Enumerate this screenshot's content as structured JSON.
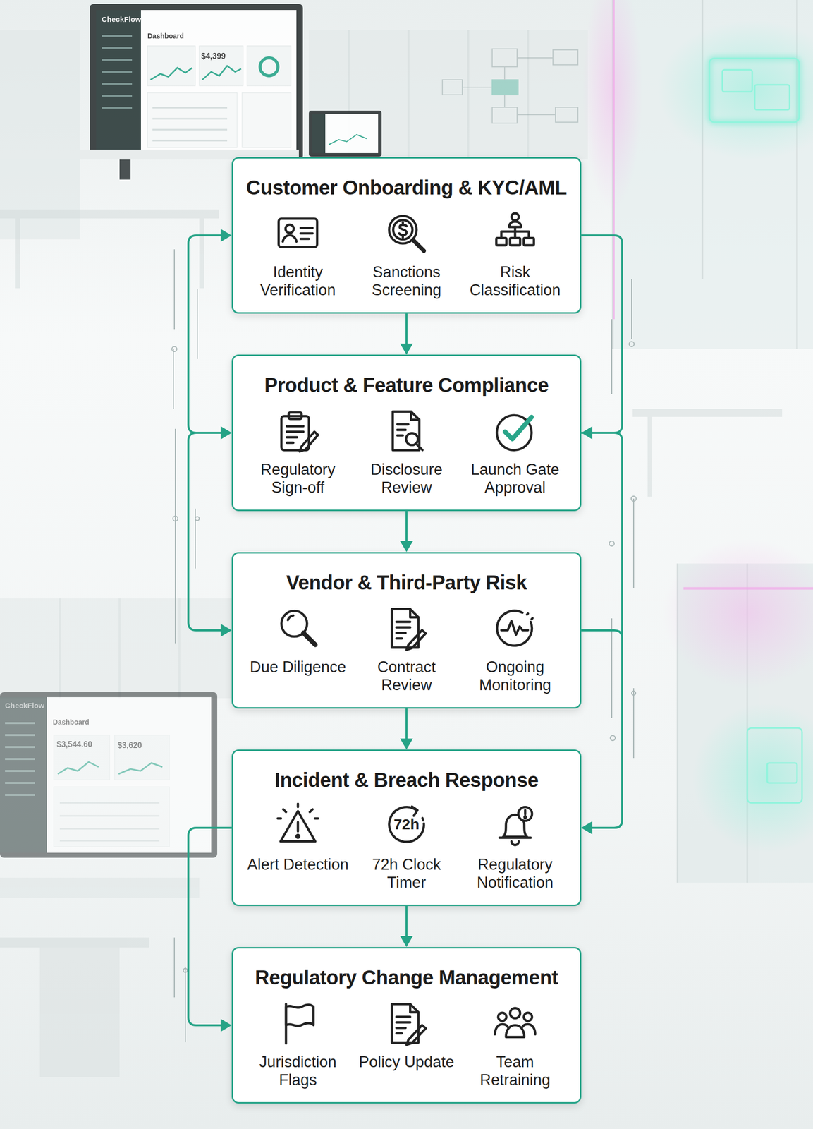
{
  "diagram": {
    "nodes": [
      {
        "text": [
          "Customer Onboarding & KYC/AML",
          "Identity Verification",
          "Sanctions Screening",
          "Risk Classification"
        ]
      },
      {
        "text": [
          "Product & Feature Compliance",
          "Regulatory Sign-off",
          "Disclosure Review",
          "Launch Gate Approval"
        ]
      },
      {
        "text": [
          "Vendor & Third-Party Risk",
          "Due Diligence",
          "Contract Review",
          "Ongoing Monitoring"
        ]
      },
      {
        "text": [
          "Incident & Breach Response",
          "Alert Detection",
          "72h Clock Timer",
          "Regulatory Notification"
        ]
      },
      {
        "text": [
          "Regulatory Change Management",
          "Jurisdiction Flags",
          "Policy Update",
          "Team Retraining"
        ]
      }
    ],
    "edges": [
      {
        "from": 0,
        "to": 1,
        "arrow": "to"
      },
      {
        "from": 1,
        "to": 2,
        "arrow": "to"
      },
      {
        "from": 2,
        "to": 3,
        "arrow": "to"
      },
      {
        "from": 3,
        "to": 4,
        "arrow": "to"
      },
      {
        "from": 0,
        "to": 1,
        "arrow": "both"
      },
      {
        "from": 1,
        "to": 2,
        "arrow": "both"
      },
      {
        "from": 0,
        "to": 1,
        "arrow": "to"
      },
      {
        "from": 1,
        "to": 3,
        "arrow": "to"
      },
      {
        "from": 2,
        "to": 3,
        "arrow": "to"
      },
      {
        "from": 3,
        "to": 4,
        "arrow": "to"
      }
    ],
    "labels": [
      "CheckFlow",
      "Dashboard",
      "$4,399",
      "72h",
      "CheckFlow",
      "Dashboard",
      "$3,544.60",
      "$3,620"
    ]
  }
}
